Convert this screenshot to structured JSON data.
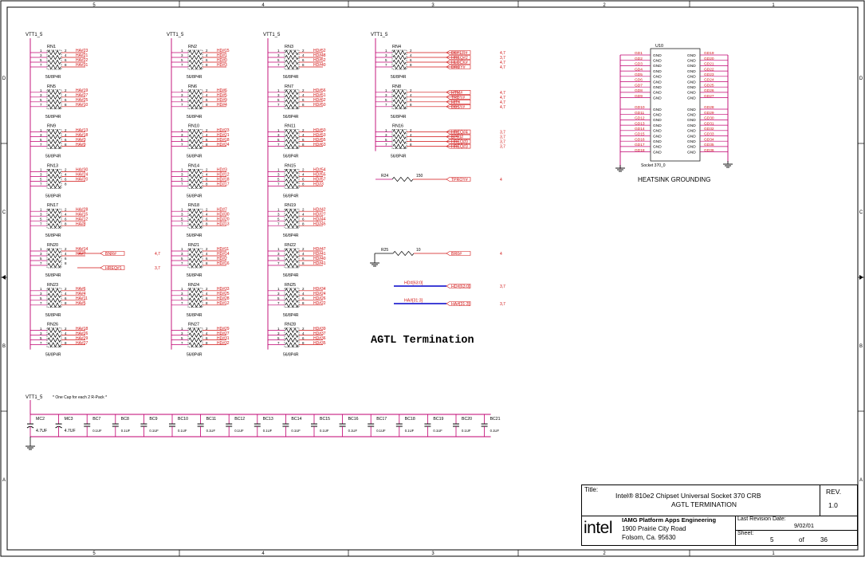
{
  "border": {
    "cols_top": [
      "5",
      "4",
      "3",
      "2",
      "1"
    ],
    "cols_bottom": [
      "5",
      "4",
      "3",
      "2",
      "1"
    ],
    "rows": [
      "D",
      "C",
      "B",
      "A"
    ]
  },
  "rails": {
    "vtt": "VTT1_5"
  },
  "cap_note": "* One Cap for each 2 R-Pack *",
  "rpack_part": "56/8P4R",
  "resistor_packs": [
    {
      "ref": "RN1",
      "pins": [
        "HA#23",
        "HA#21",
        "HA#22",
        "HA#31"
      ]
    },
    {
      "ref": "RN5",
      "pins": [
        "HA#19",
        "HA#27",
        "HA#25",
        "HA#10"
      ]
    },
    {
      "ref": "RN9",
      "pins": [
        "HA#13",
        "HA#18",
        "HA#3",
        "HA#9"
      ]
    },
    {
      "ref": "RN13",
      "pins": [
        "HA#30",
        "HA#24",
        "HA#20",
        ""
      ]
    },
    {
      "ref": "RN17",
      "pins": [
        "HA#28",
        "HA#15",
        "HA#12",
        "HA#8"
      ]
    },
    {
      "ref": "RN20",
      "pins": [
        "HA#14",
        "HA#7",
        "",
        ""
      ]
    },
    {
      "ref": "RN23",
      "pins": [
        "HA#6",
        "HA#4",
        "HA#11",
        "HA#5"
      ]
    },
    {
      "ref": "RN26",
      "pins": [
        "HA#18",
        "HA#26",
        "HA#29",
        "HA#27"
      ]
    },
    {
      "ref": "RN2",
      "pins": [
        "HD#15",
        "HD#1",
        "HD#0",
        "HD#3"
      ]
    },
    {
      "ref": "RN6",
      "pins": [
        "HD#6",
        "HD#5",
        "HD#9",
        "HD#4"
      ]
    },
    {
      "ref": "RN10",
      "pins": [
        "HD#23",
        "HD#21",
        "HD#18",
        "HD#24"
      ]
    },
    {
      "ref": "RN14",
      "pins": [
        "HD#3",
        "HD#12",
        "HD#18",
        "HD#17"
      ]
    },
    {
      "ref": "RN18",
      "pins": [
        "HD#7",
        "HD#30",
        "HD#20",
        "HD#13"
      ]
    },
    {
      "ref": "RN21",
      "pins": [
        "HD#11",
        "HD#14",
        "HD#2",
        "HD#16"
      ]
    },
    {
      "ref": "RN24",
      "pins": [
        "HD#33",
        "HD#25",
        "HD#28",
        "HD#12"
      ]
    },
    {
      "ref": "RN27",
      "pins": [
        "HD#29",
        "HD#27",
        "HD#31",
        "HD#32"
      ]
    },
    {
      "ref": "RN3",
      "pins": [
        "HD#52",
        "HD#48",
        "HD#52",
        "HD#40"
      ]
    },
    {
      "ref": "RN7",
      "pins": [
        "HD#56",
        "HD#51",
        "HD#62",
        "HD#50"
      ]
    },
    {
      "ref": "RN11",
      "pins": [
        "HD#50",
        "HD#53",
        "HD#55",
        "HD#63"
      ]
    },
    {
      "ref": "RN15",
      "pins": [
        "HD#54",
        "HD#55",
        "HD#57",
        "HD#3"
      ]
    },
    {
      "ref": "RN19",
      "pins": [
        "HD#42",
        "HD#27",
        "HD#44",
        "HD#45"
      ]
    },
    {
      "ref": "RN22",
      "pins": [
        "HD#47",
        "HD#41",
        "HD#40",
        "HD#41"
      ]
    },
    {
      "ref": "RN25",
      "pins": [
        "HD#34",
        "HD#24",
        "HD#26",
        "HD#22"
      ]
    },
    {
      "ref": "RN28",
      "pins": [
        "HD#39",
        "HD#37",
        "HD#36",
        "HD#35"
      ]
    },
    {
      "ref": "RN4",
      "pins": [
        "DEFER#",
        "HREQ#2",
        "HLOCK#",
        "DRDY#"
      ]
    },
    {
      "ref": "RN8",
      "pins": [
        "HTM#",
        "TRDY#",
        "HIT#",
        "DBSY#"
      ]
    },
    {
      "ref": "RN16",
      "pins": [
        "HREQ#4",
        "BPRI#",
        "HREQ#0",
        "HREQ#3"
      ]
    }
  ],
  "flags": [
    {
      "net": "DEFER#",
      "sheet": "4,7"
    },
    {
      "net": "HREQ#2",
      "sheet": "3,7"
    },
    {
      "net": "HLOCK#",
      "sheet": "4,7"
    },
    {
      "net": "DRDY#",
      "sheet": "4,7"
    },
    {
      "net": "HTM#",
      "sheet": "4,7"
    },
    {
      "net": "TRDY#",
      "sheet": "4,7"
    },
    {
      "net": "HIT#",
      "sheet": "4,7"
    },
    {
      "net": "DBSY#",
      "sheet": "4,7"
    },
    {
      "net": "HREQ#4",
      "sheet": "3,7"
    },
    {
      "net": "BPRI#",
      "sheet": "3,7"
    },
    {
      "net": "HREQ#0",
      "sheet": "3,7"
    },
    {
      "net": "HREQ#3",
      "sheet": "3,7"
    },
    {
      "net": "TPROY#",
      "sheet": "4"
    },
    {
      "net": "BNR#",
      "sheet": "4,7"
    },
    {
      "net": "HREQ#1",
      "sheet": "3,7"
    },
    {
      "net": "BR0#",
      "sheet": "4"
    },
    {
      "net": "HD#[63:0]",
      "sheet": "3,7"
    },
    {
      "net": "HA#[31:3]",
      "sheet": "3,7"
    }
  ],
  "discrete_resistors": [
    {
      "ref": "R24",
      "value": "150"
    },
    {
      "ref": "R25",
      "value": "10"
    }
  ],
  "bus_labels": [
    "HD#[63:0]",
    "HA#[31:3]"
  ],
  "capacitors": [
    {
      "ref": "MC2",
      "value": "4.7UF"
    },
    {
      "ref": "MC3",
      "value": "4.7UF"
    },
    {
      "ref": "BC7",
      "value": "0.1UF"
    },
    {
      "ref": "BC8",
      "value": "0.1UF"
    },
    {
      "ref": "BC9",
      "value": "0.1UF"
    },
    {
      "ref": "BC10",
      "value": "0.1UF"
    },
    {
      "ref": "BC11",
      "value": "0.1UF"
    },
    {
      "ref": "BC12",
      "value": "0.1UF"
    },
    {
      "ref": "BC13",
      "value": "0.1UF"
    },
    {
      "ref": "BC14",
      "value": "0.1UF"
    },
    {
      "ref": "BC15",
      "value": "0.1UF"
    },
    {
      "ref": "BC16",
      "value": "0.1UF"
    },
    {
      "ref": "BC17",
      "value": "0.1UF"
    },
    {
      "ref": "BC18",
      "value": "0.1UF"
    },
    {
      "ref": "BC19",
      "value": "0.1UF"
    },
    {
      "ref": "BC20",
      "value": "0.1UF"
    },
    {
      "ref": "BC21",
      "value": "0.1UF"
    }
  ],
  "socket": {
    "ref": "U10",
    "part": "Socket 370_0",
    "left_nets": [
      "GD1",
      "GD2",
      "GD3",
      "GD4",
      "GD5",
      "GD6",
      "GD7",
      "GD8",
      "GD9",
      "GD10",
      "GD11",
      "GD12",
      "GD13",
      "GD14",
      "GD15",
      "GD16",
      "GD17",
      "GD18"
    ],
    "right_nets": [
      "GD19",
      "GD20",
      "GD21",
      "GD22",
      "GD23",
      "GD24",
      "GD25",
      "GD26",
      "GD27",
      "GD28",
      "GD29",
      "GD30",
      "GD31",
      "GD32",
      "GD33",
      "GD34",
      "GD35",
      "GD36"
    ],
    "pin_name": "GND",
    "caption": "HEATSINK GROUNDING"
  },
  "section_title": "AGTL Termination",
  "title_block": {
    "title_label": "Title:",
    "title_line1": "Intel® 810e2 Chipset Universal Socket 370 CRB",
    "title_line2": "AGTL TERMINATION",
    "rev_label": "REV.",
    "rev": "1.0",
    "logo": "intel",
    "org_line1": "IAMG Platform Apps Engineering",
    "org_line2": "1900 Prairie City Road",
    "org_line3": "Folsom, Ca. 95630",
    "date_label": "Last Revision Date:",
    "date": "9/02/01",
    "sheet_label": "Sheet:",
    "sheet": "5",
    "of_label": "of",
    "total": "36"
  },
  "colors": {
    "wire": "#0000c8",
    "net_label": "#d01010",
    "power": "#c00070",
    "component": "#000000",
    "border": "#000000"
  }
}
